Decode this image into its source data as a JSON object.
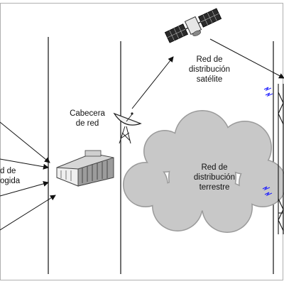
{
  "labels": {
    "cabecera": [
      "Cabecera",
      "de red"
    ],
    "satelite": [
      "Red de",
      "distribución",
      "satélite"
    ],
    "terrestre": [
      "Red de",
      "distribución",
      "terrestre"
    ],
    "recogida": [
      "d de",
      "ogida"
    ]
  },
  "colors": {
    "line": "#111111",
    "cloud": "#c8c8c8",
    "cloud_edge": "#9a9a9a",
    "signal": "#1a1aff",
    "frame": "#b0b0b0"
  },
  "icons": [
    "satellite-icon",
    "satellite-dish-icon",
    "headend-building-icon",
    "tower-icon"
  ]
}
